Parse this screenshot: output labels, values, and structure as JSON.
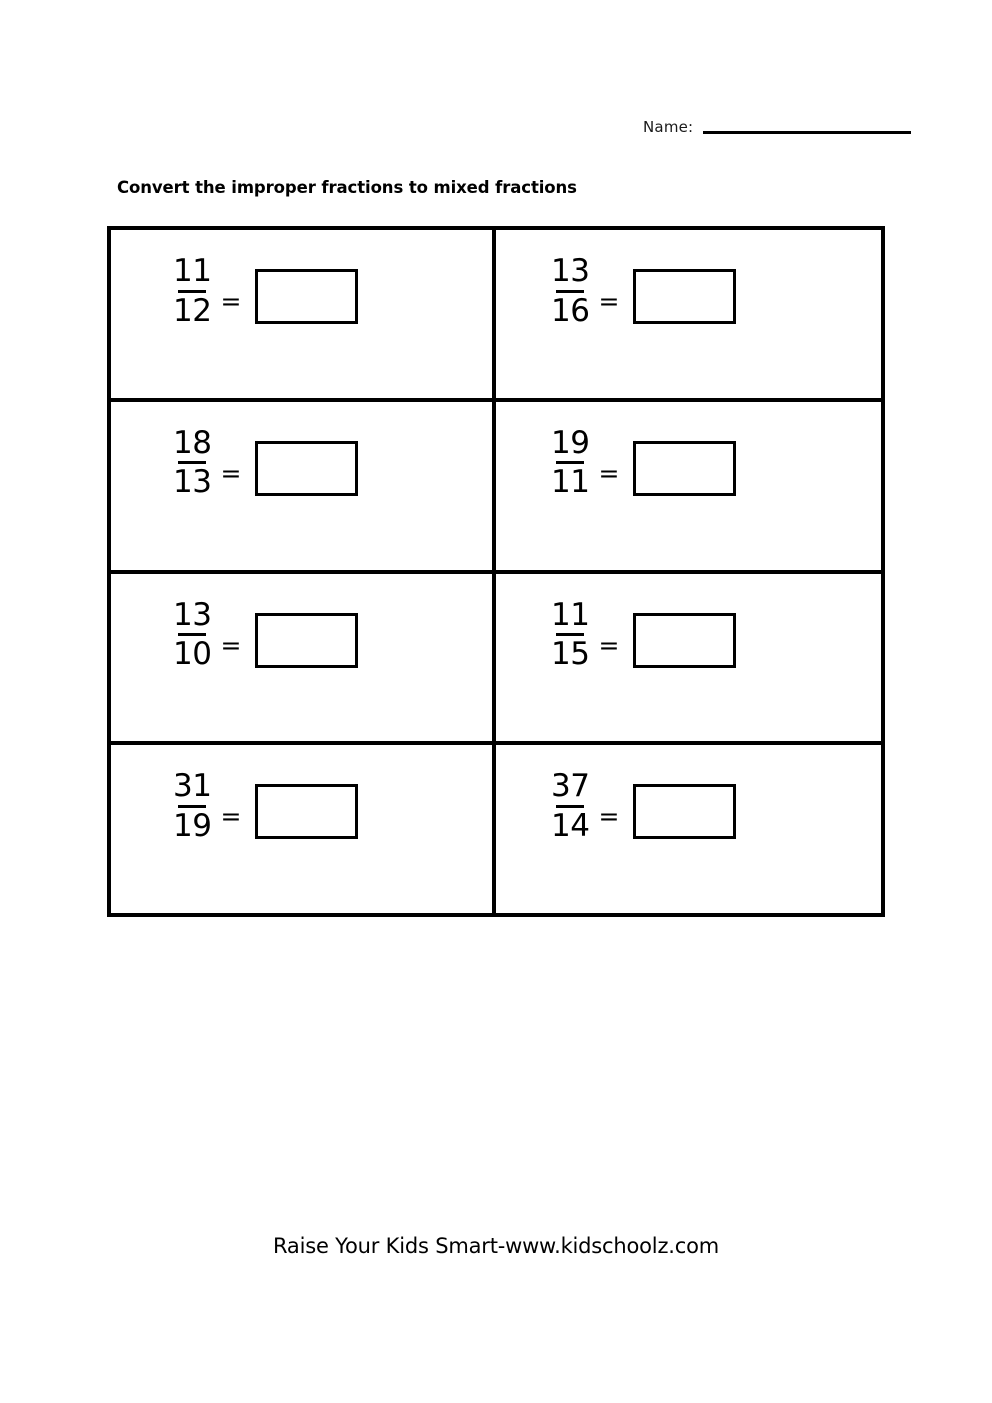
{
  "header": {
    "name_label": "Name:"
  },
  "title": "Convert the improper fractions to mixed fractions",
  "problems": [
    {
      "numerator": "11",
      "denominator": "12",
      "equals": "=",
      "answer": ""
    },
    {
      "numerator": "13",
      "denominator": "16",
      "equals": "=",
      "answer": ""
    },
    {
      "numerator": "18",
      "denominator": "13",
      "equals": "=",
      "answer": ""
    },
    {
      "numerator": "19",
      "denominator": "11",
      "equals": "=",
      "answer": ""
    },
    {
      "numerator": "13",
      "denominator": "10",
      "equals": "=",
      "answer": ""
    },
    {
      "numerator": "11",
      "denominator": "15",
      "equals": "=",
      "answer": ""
    },
    {
      "numerator": "31",
      "denominator": "19",
      "equals": "=",
      "answer": ""
    },
    {
      "numerator": "37",
      "denominator": "14",
      "equals": "=",
      "answer": ""
    }
  ],
  "footer": {
    "credit": "Raise Your Kids Smart-www.kidschoolz.com"
  },
  "colors": {
    "ink": "#000000",
    "paper": "#ffffff"
  }
}
